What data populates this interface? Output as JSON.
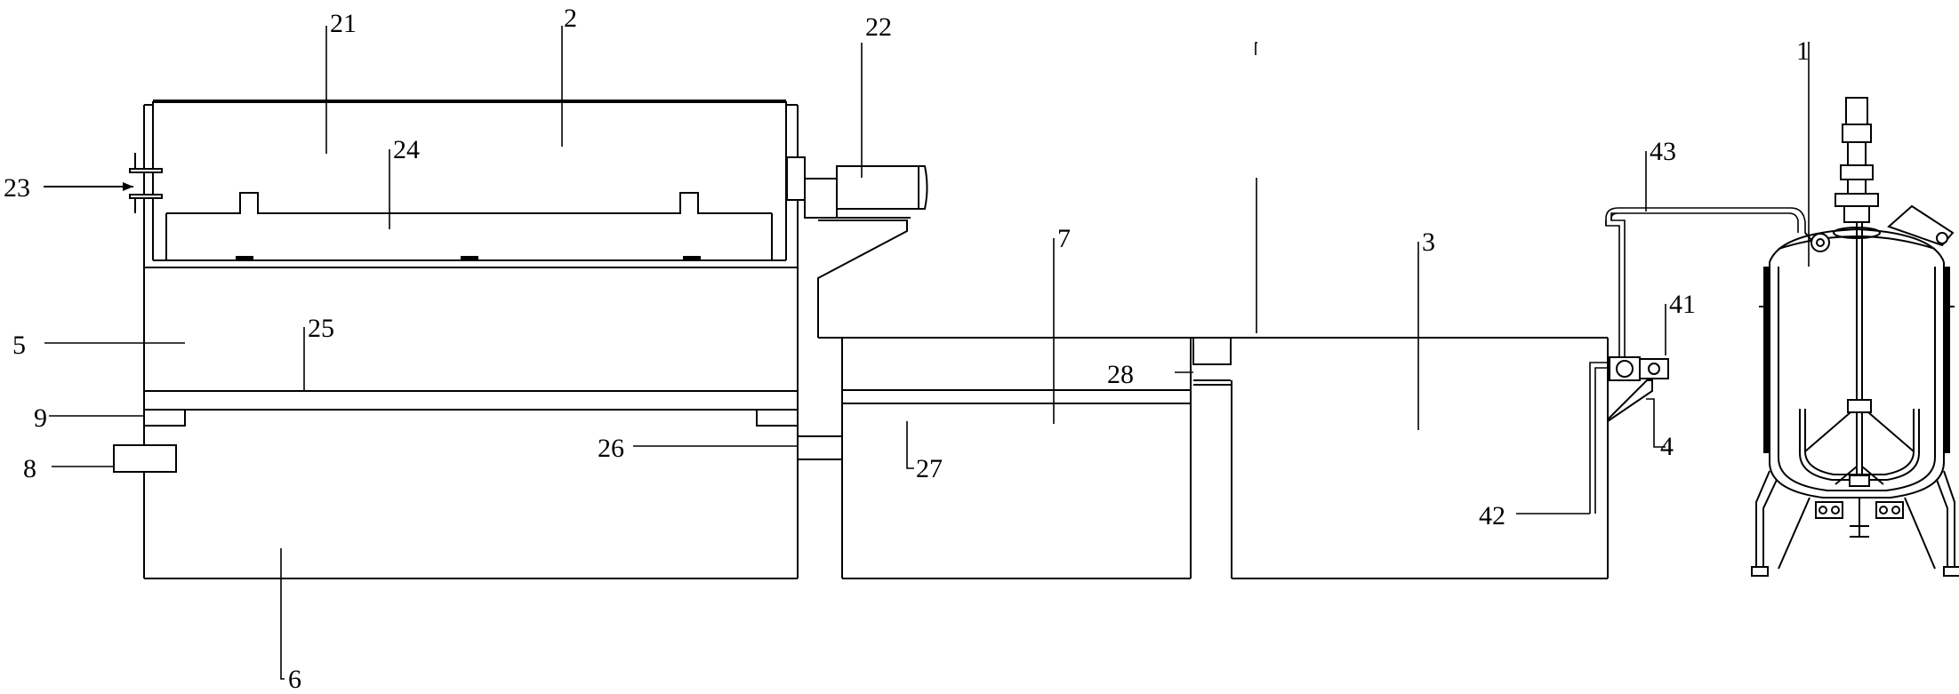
{
  "labels": {
    "l1": "1",
    "l2": "2",
    "l3": "3",
    "l4": "4",
    "l5": "5",
    "l6": "6",
    "l7": "7",
    "l8": "8",
    "l9": "9",
    "l21": "21",
    "l22": "22",
    "l23": "23",
    "l24": "24",
    "l25": "25",
    "l26": "26",
    "l27": "27",
    "l28": "28",
    "l41": "41",
    "l42": "42",
    "l43": "43"
  }
}
